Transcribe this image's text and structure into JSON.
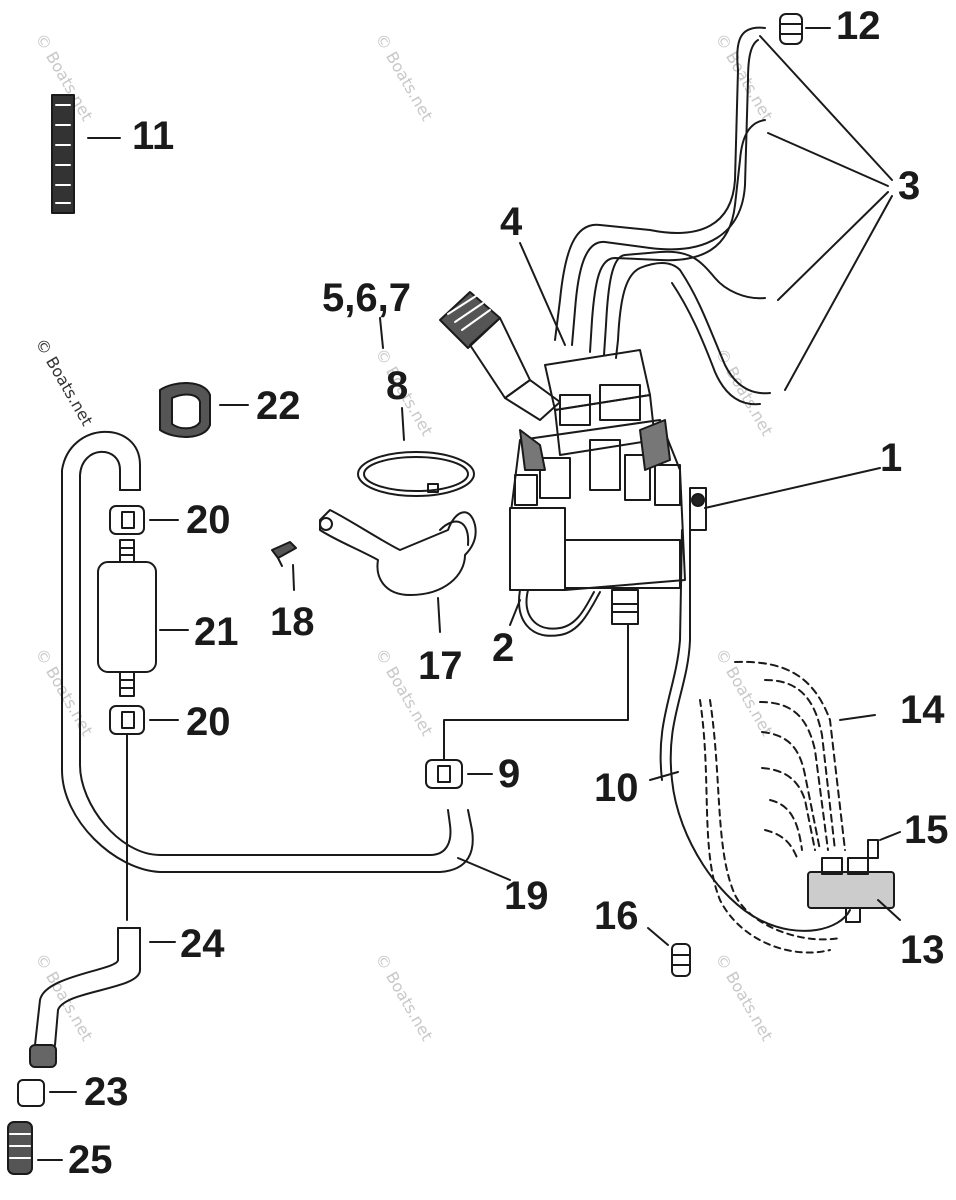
{
  "diagram": {
    "callouts": [
      {
        "id": "1",
        "text": "1"
      },
      {
        "id": "2",
        "text": "2"
      },
      {
        "id": "3",
        "text": "3"
      },
      {
        "id": "4",
        "text": "4"
      },
      {
        "id": "5_6_7",
        "text": "5,6,7"
      },
      {
        "id": "8",
        "text": "8"
      },
      {
        "id": "9",
        "text": "9"
      },
      {
        "id": "10",
        "text": "10"
      },
      {
        "id": "11",
        "text": "11"
      },
      {
        "id": "12",
        "text": "12"
      },
      {
        "id": "13",
        "text": "13"
      },
      {
        "id": "14",
        "text": "14"
      },
      {
        "id": "15",
        "text": "15"
      },
      {
        "id": "16",
        "text": "16"
      },
      {
        "id": "17",
        "text": "17"
      },
      {
        "id": "18",
        "text": "18"
      },
      {
        "id": "19",
        "text": "19"
      },
      {
        "id": "20a",
        "text": "20"
      },
      {
        "id": "20b",
        "text": "20"
      },
      {
        "id": "21",
        "text": "21"
      },
      {
        "id": "22",
        "text": "22"
      },
      {
        "id": "23",
        "text": "23"
      },
      {
        "id": "24",
        "text": "24"
      },
      {
        "id": "25",
        "text": "25"
      }
    ],
    "watermark": "© Boats.net",
    "line_color": "#1a1a1a",
    "watermark_color": "#c8c8c8"
  }
}
